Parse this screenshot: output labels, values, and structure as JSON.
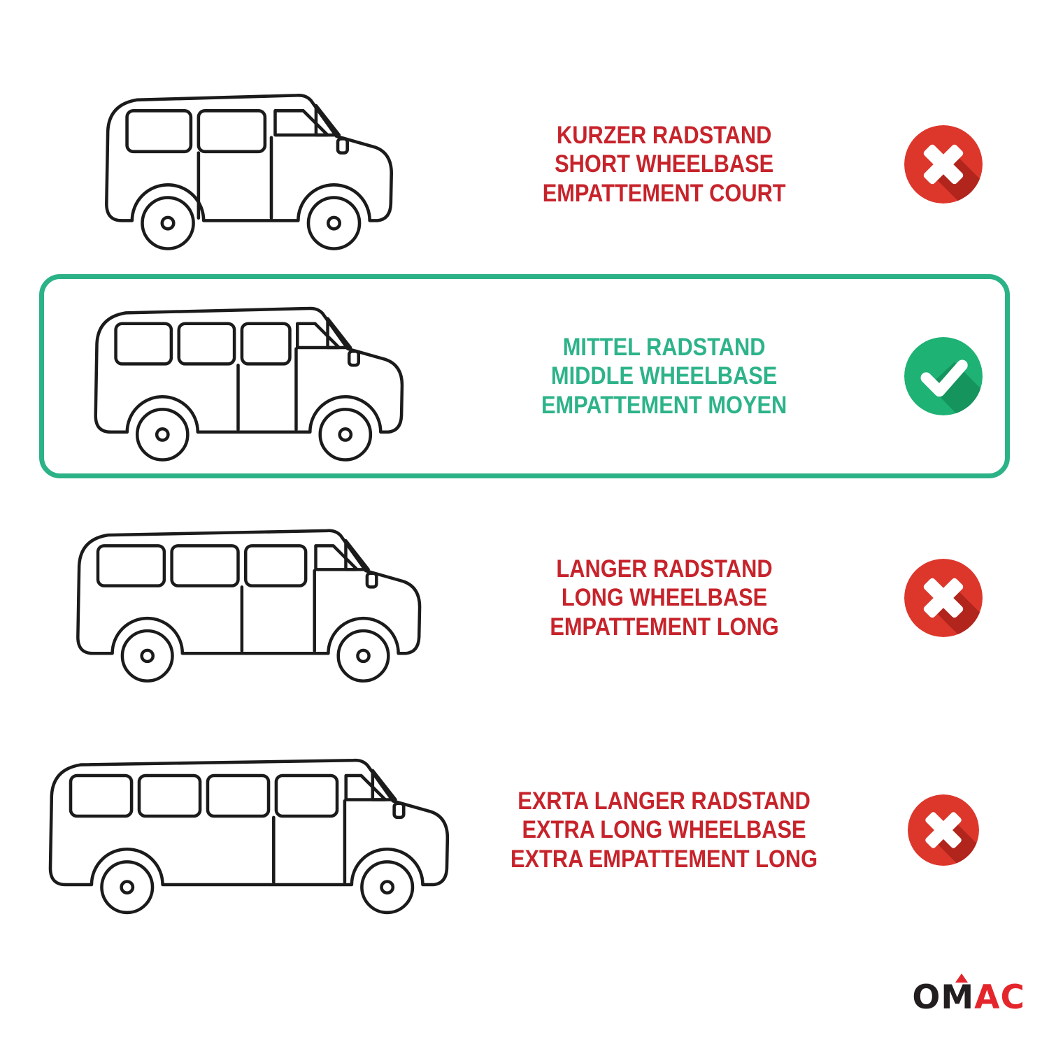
{
  "rows": [
    {
      "id": "short-wheelbase",
      "label_lines": [
        "KURZER RADSTAND",
        "SHORT WHEELBASE",
        "EMPATTEMENT COURT"
      ],
      "status": "rejected",
      "icon": "x-circle-icon",
      "text_color": "#c7232b"
    },
    {
      "id": "middle-wheelbase",
      "label_lines": [
        "MITTEL RADSTAND",
        "MIDDLE WHEELBASE",
        "EMPATTEMENT MOYEN"
      ],
      "status": "selected",
      "icon": "check-circle-icon",
      "text_color": "#2db389"
    },
    {
      "id": "long-wheelbase",
      "label_lines": [
        "LANGER RADSTAND",
        "LONG WHEELBASE",
        "EMPATTEMENT LONG"
      ],
      "status": "rejected",
      "icon": "x-circle-icon",
      "text_color": "#c7232b"
    },
    {
      "id": "extra-long-wheelbase",
      "label_lines": [
        "EXRTA LANGER RADSTAND",
        "EXTRA LONG WHEELBASE",
        "EXTRA EMPATTEMENT LONG"
      ],
      "status": "rejected",
      "icon": "x-circle-icon",
      "text_color": "#c7232b"
    }
  ],
  "logo": {
    "part_dark": "OM",
    "part_red": "AC"
  },
  "colors": {
    "red_text": "#c7232b",
    "green_text": "#2db389",
    "red_icon": "#dd372c",
    "red_icon_shadow": "#b1251d",
    "green_icon": "#1eb274",
    "green_icon_shadow": "#15945d",
    "highlight_border": "#2cb287",
    "line_art": "#1b1b1b"
  }
}
